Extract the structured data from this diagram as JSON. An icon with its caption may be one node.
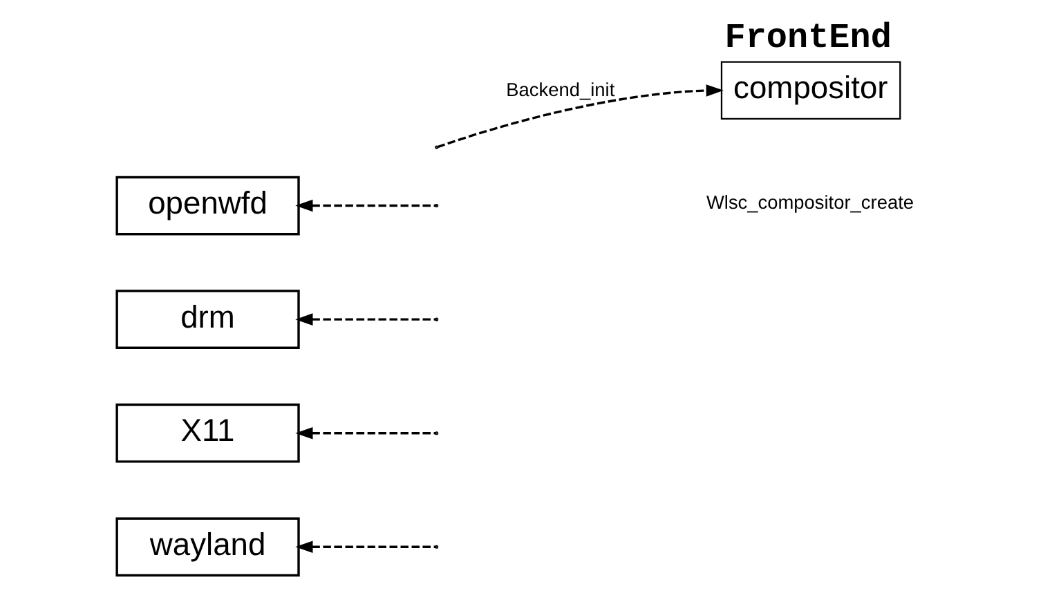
{
  "diagram": {
    "nodes": [
      {
        "text": [
          "wayland"
        ]
      },
      {
        "text": [
          "X11"
        ]
      },
      {
        "text": [
          "drm"
        ]
      },
      {
        "text": [
          "openwfd"
        ]
      },
      {
        "text": [
          "FrontEnd",
          "compositor"
        ]
      }
    ],
    "edges": [
      {
        "from": null,
        "to": 0,
        "arrow": "to",
        "style": "dashed"
      },
      {
        "from": null,
        "to": 1,
        "arrow": "to",
        "style": "dashed"
      },
      {
        "from": null,
        "to": 2,
        "arrow": "to",
        "style": "dashed"
      },
      {
        "from": null,
        "to": 3,
        "arrow": "to",
        "style": "dashed"
      },
      {
        "from": null,
        "to": 4,
        "arrow": "to",
        "style": "dashed",
        "label": "Backend_init"
      }
    ],
    "labels": [
      "Wlsc_compositor_create"
    ]
  }
}
